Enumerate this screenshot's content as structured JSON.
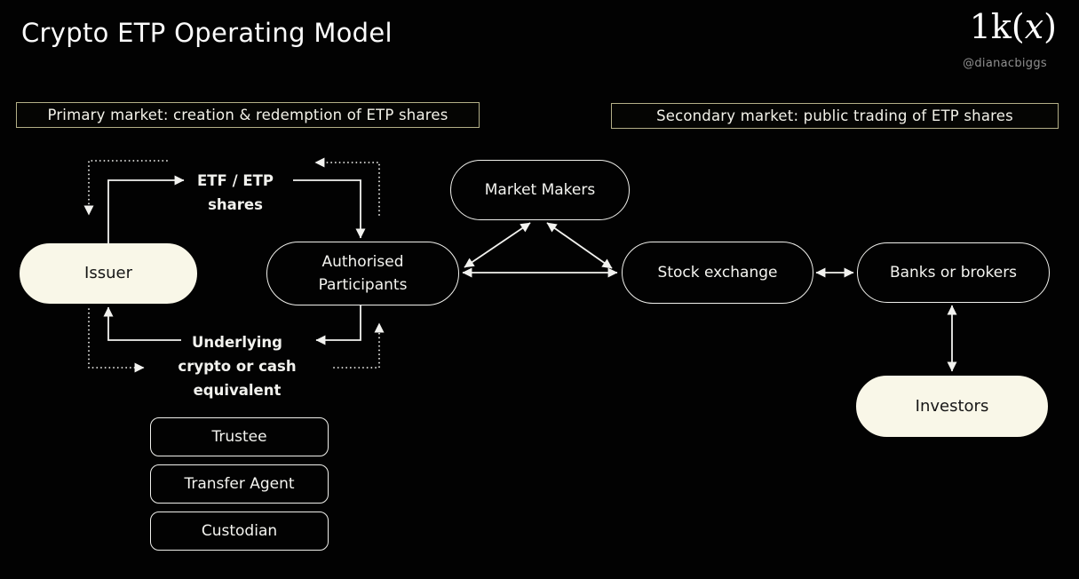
{
  "page": {
    "title": "Crypto ETP Operating Model",
    "logo": {
      "pre": "1k(",
      "x": "x",
      "post": ")"
    },
    "handle": "@dianacbiggs"
  },
  "sections": {
    "primary": {
      "label": "Primary market: creation & redemption of ETP shares"
    },
    "secondary": {
      "label": "Secondary market: public trading of ETP shares"
    }
  },
  "nodes": {
    "issuer": {
      "label": "Issuer",
      "fill": "#f9f7e8"
    },
    "authorised_participants": {
      "line1": "Authorised",
      "line2": "Participants"
    },
    "market_makers": {
      "label": "Market Makers"
    },
    "stock_exchange": {
      "label": "Stock exchange"
    },
    "banks_or_brokers": {
      "label": "Banks or brokers"
    },
    "investors": {
      "label": "Investors",
      "fill": "#f9f7e8"
    },
    "trustee": {
      "label": "Trustee"
    },
    "transfer_agent": {
      "label": "Transfer Agent"
    },
    "custodian": {
      "label": "Custodian"
    }
  },
  "flow_labels": {
    "etp_shares": {
      "line1": "ETF / ETP",
      "line2": "shares"
    },
    "underlying": {
      "line1": "Underlying",
      "line2": "crypto or cash",
      "line3": "equivalent"
    }
  },
  "edges": [
    {
      "from": "issuer",
      "to": "etf-etp-shares",
      "style": "solid",
      "meaning": "creation: issuer issues shares"
    },
    {
      "from": "etf-etp-shares",
      "to": "authorised-participants",
      "style": "solid"
    },
    {
      "from": "authorised-participants",
      "to": "underlying-crypto-or-cash",
      "style": "solid"
    },
    {
      "from": "underlying-crypto-or-cash",
      "to": "issuer",
      "style": "solid"
    },
    {
      "from": "authorised-participants",
      "to": "etf-etp-shares",
      "style": "dotted",
      "meaning": "redemption: shares returned"
    },
    {
      "from": "etf-etp-shares",
      "to": "issuer",
      "style": "dotted"
    },
    {
      "from": "issuer",
      "to": "underlying-crypto-or-cash",
      "style": "dotted"
    },
    {
      "from": "underlying-crypto-or-cash",
      "to": "authorised-participants",
      "style": "dotted"
    },
    {
      "from": "authorised-participants",
      "to": "market-makers",
      "style": "bidirectional"
    },
    {
      "from": "market-makers",
      "to": "stock-exchange",
      "style": "bidirectional"
    },
    {
      "from": "authorised-participants",
      "to": "stock-exchange",
      "style": "bidirectional"
    },
    {
      "from": "stock-exchange",
      "to": "banks-or-brokers",
      "style": "bidirectional"
    },
    {
      "from": "banks-or-brokers",
      "to": "investors",
      "style": "bidirectional"
    }
  ],
  "colors": {
    "background": "#020202",
    "node_border": "#f0f0ec",
    "accent_fill": "#f9f7e8",
    "header_border": "#b3af87",
    "text": "#f2f2ee",
    "handle_text": "#8f8f8f"
  }
}
